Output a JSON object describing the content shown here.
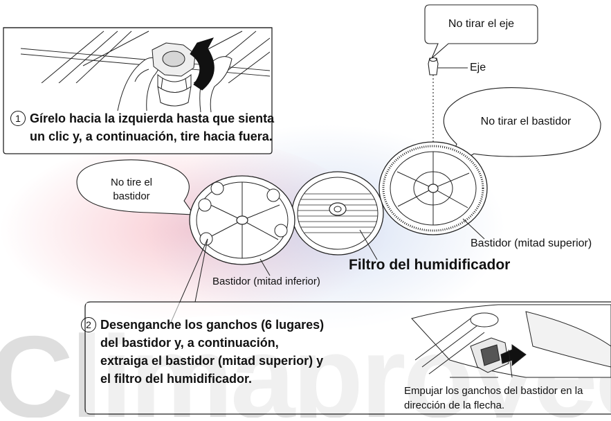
{
  "step1": {
    "number": "1",
    "line1": "Gírelo hacia la izquierda hasta que sienta",
    "line2": "un clic y, a continuación, tire hacia fuera."
  },
  "step2": {
    "number": "2",
    "line1": "Desenganche los ganchos (6 lugares)",
    "line2": "del bastidor y, a continuación,",
    "line3": "extraiga el bastidor (mitad superior) y",
    "line4": "el filtro del humidificador."
  },
  "callouts": {
    "no_pull_shaft": "No tirar el eje",
    "no_pull_frame": "No tirar el bastidor",
    "no_pull_frame_left_line1": "No tire el",
    "no_pull_frame_left_line2": "bastidor"
  },
  "labels": {
    "shaft": "Eje",
    "frame_upper": "Bastidor (mitad superior)",
    "frame_lower": "Bastidor (mitad inferior)",
    "filter_title": "Filtro del humidificador",
    "push_hooks_line1": "Empujar los ganchos del bastidor en la",
    "push_hooks_line2": "dirección de la flecha."
  },
  "watermark": {
    "text": "Climaproyect",
    "colors": [
      "#e84a55",
      "#2f5fa8"
    ]
  }
}
